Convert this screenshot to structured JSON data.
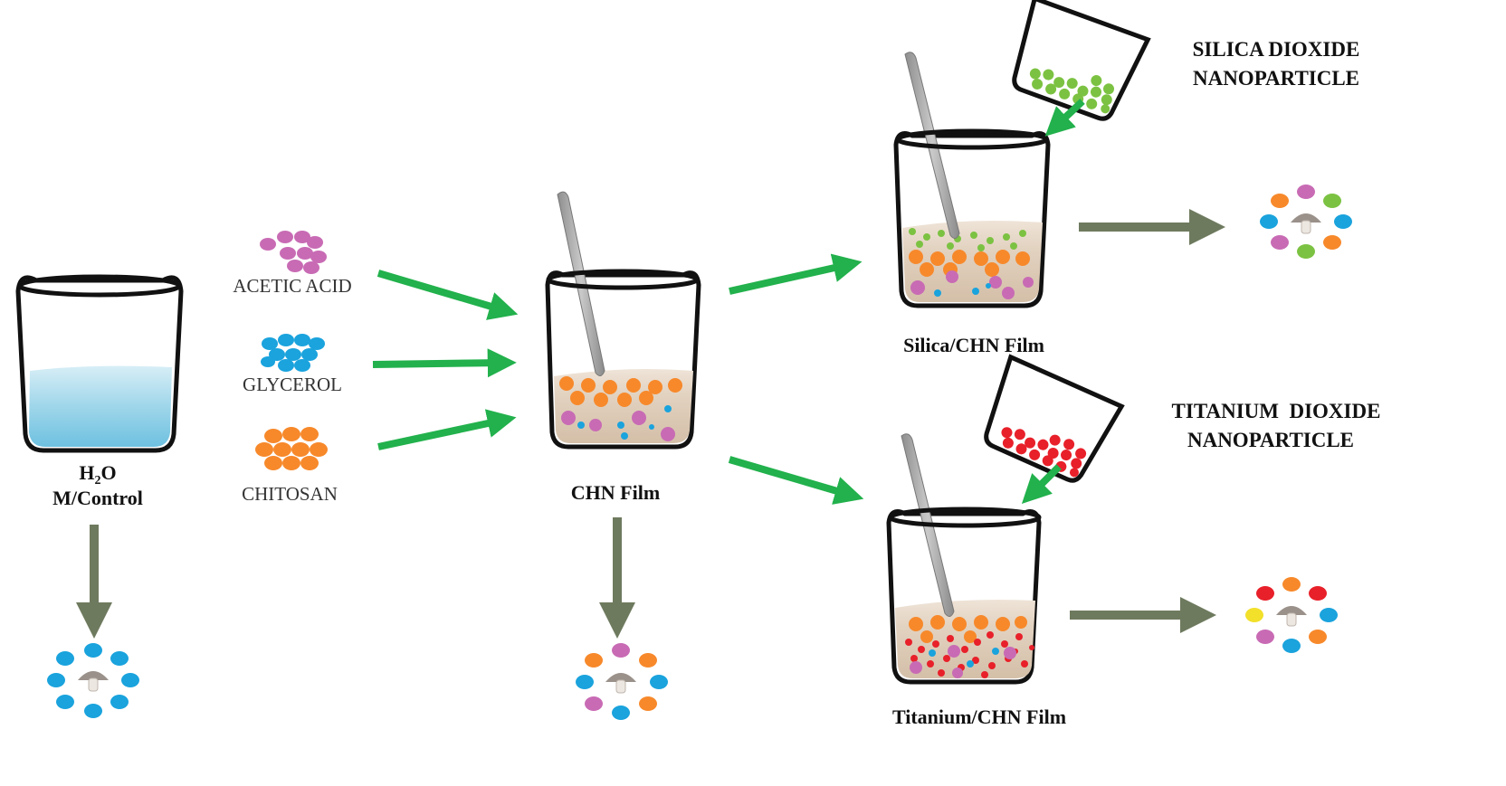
{
  "labels": {
    "water_line1": "H",
    "water_sub": "2",
    "water_line1_rest": "O",
    "water_line2": "M/Control",
    "acetic_acid": "ACETIC ACID",
    "glycerol": "GLYCEROL",
    "chitosan": "CHITOSAN",
    "chn_film": "CHN Film",
    "silica_film": "Silica/CHN Film",
    "titanium_film": "Titanium/CHN Film",
    "silica_np_line1": "SILICA DIOXIDE",
    "silica_np_line2": "NANOPARTICLE",
    "titanium_np_line1": "TITANIUM  DIOXIDE",
    "titanium_np_line2": "NANOPARTICLE"
  },
  "colors": {
    "acetic_acid": "#c86bb4",
    "glycerol": "#1aa3dd",
    "chitosan": "#f7892b",
    "silica": "#7cc242",
    "titanium": "#e8202a",
    "yellow": "#f2e02a",
    "process_arrow": "#22b14c",
    "result_arrow": "#6e7a5e",
    "water": "#8fd0e6",
    "film": "#d9c6b0",
    "mushroom": "#9a918a"
  }
}
